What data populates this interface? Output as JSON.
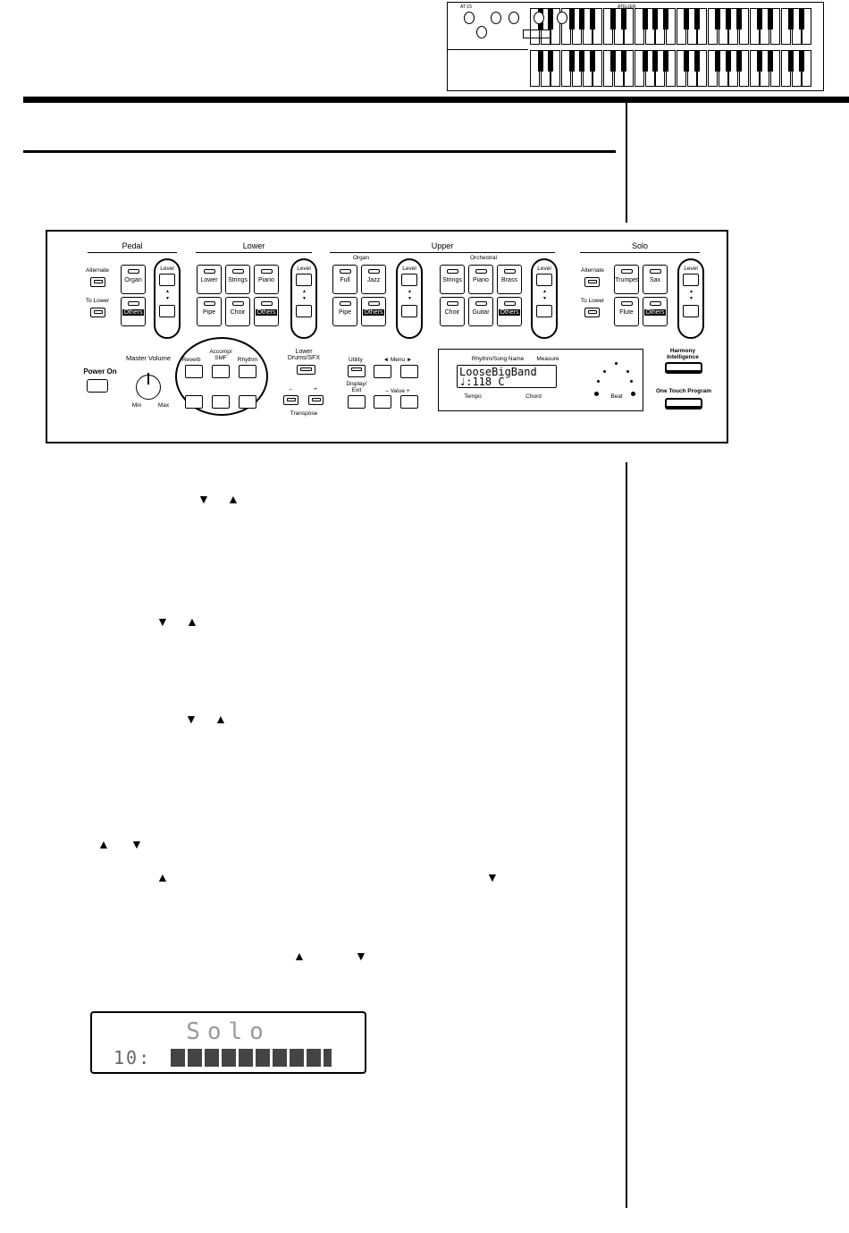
{
  "thumbnail": {
    "left_label": "AT-15",
    "right_label": "ATELIER"
  },
  "panel": {
    "sections": {
      "pedal": "Pedal",
      "lower": "Lower",
      "upper": "Upper",
      "solo": "Solo"
    },
    "subsections": {
      "organ": "Organ",
      "orchestral": "Orchestral"
    },
    "pedal": {
      "alternate": "Alternate",
      "to_lower": "To Lower",
      "organ": "Organ",
      "others": "Others",
      "level": "Level"
    },
    "lower": {
      "buttons": [
        "Lower",
        "Strings",
        "Piano",
        "Pipe",
        "Choir",
        "Others"
      ],
      "level": "Level"
    },
    "upper_organ": {
      "buttons": [
        "Full",
        "Jazz",
        "Pipe",
        "Others"
      ],
      "level": "Level"
    },
    "upper_orch": {
      "buttons": [
        "Strings",
        "Piano",
        "Brass",
        "Choir",
        "Guitar",
        "Others"
      ],
      "level": "Level"
    },
    "solo": {
      "alternate": "Alternate",
      "to_lower": "To Lower",
      "buttons": [
        "Trumpet",
        "Sax",
        "Flute",
        "Others"
      ],
      "level": "Level"
    },
    "power_on": "Power On",
    "master_volume": "Master Volume",
    "min": "Min",
    "max": "Max",
    "reverb": "Reverb",
    "accomp_smf": [
      "Accomp/",
      "SMF"
    ],
    "rhythm": "Rhythm",
    "lower_drums": [
      "Lower",
      "Drums/SFX"
    ],
    "transpose": "Transpose",
    "minus": "–",
    "plus": "+",
    "utility": "Utility",
    "menu": "◄ Menu ►",
    "display_exit": [
      "Display/",
      "Exit"
    ],
    "value": "–  Value  +",
    "lcd": {
      "rhythm_song_name": "Rhythm/Song Name",
      "measure": "Measure",
      "line1": "LooseBigBand",
      "line2": "♩:118   C",
      "tempo": "Tempo",
      "chord": "Chord",
      "beat": "Beat"
    },
    "harmony_intelligence": [
      "Harmony",
      "Intelligence"
    ],
    "one_touch_program": "One Touch Program"
  },
  "steps": {
    "s1": [
      "▼",
      "▲"
    ],
    "s2": [
      "▼",
      "▲"
    ],
    "s3": [
      "▼",
      "▲"
    ],
    "s4": [
      "▲",
      "▼"
    ],
    "s5": [
      "▲",
      "▼"
    ],
    "s6": [
      "▲",
      "▼"
    ]
  },
  "display": {
    "title": "Solo",
    "number": "10:"
  }
}
